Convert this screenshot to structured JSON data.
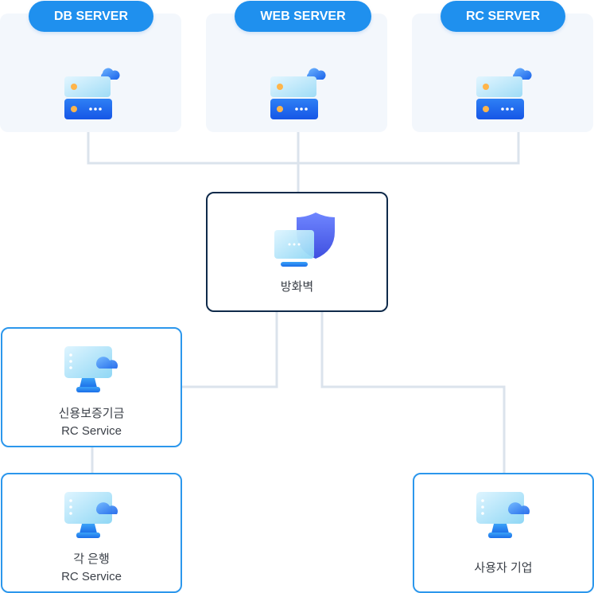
{
  "servers": [
    {
      "label": "DB SERVER",
      "icon": "server-icon"
    },
    {
      "label": "WEB SERVER",
      "icon": "server-icon"
    },
    {
      "label": "RC SERVER",
      "icon": "server-icon"
    }
  ],
  "firewall": {
    "label": "방화벽",
    "icon": "shield-monitor-icon"
  },
  "nodes": {
    "credit_guarantee": {
      "line1": "신용보증기금",
      "line2": "RC Service",
      "icon": "monitor-cloud-icon"
    },
    "banks": {
      "line1": "각 은행",
      "line2": "RC Service",
      "icon": "monitor-cloud-icon"
    },
    "user_company": {
      "line1": "사용자 기업",
      "icon": "monitor-cloud-icon"
    }
  },
  "colors": {
    "accent": "#1f90ee",
    "card_bg": "#f3f7fc",
    "node_border": "#2c97ec",
    "firewall_border": "#0f2a4a",
    "connector": "#dbe3ec"
  }
}
